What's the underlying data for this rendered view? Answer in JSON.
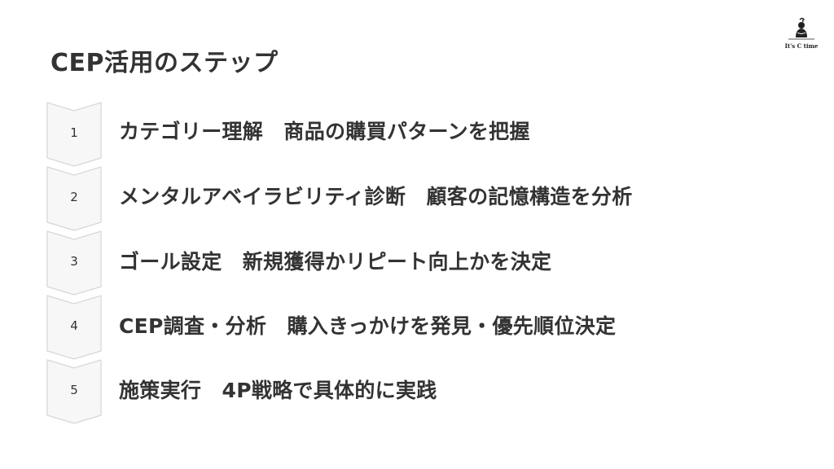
{
  "slide": {
    "title": "CEP活用のステップ",
    "logo_text": "It's C time"
  },
  "steps": [
    {
      "number": "1",
      "text": "カテゴリー理解　商品の購買パターンを把握"
    },
    {
      "number": "2",
      "text": "メンタルアベイラビリティ診断　顧客の記憶構造を分析"
    },
    {
      "number": "3",
      "text": "ゴール設定　新規獲得かリピート向上かを決定"
    },
    {
      "number": "4",
      "text": "CEP調査・分析　購入きっかけを発見・優先順位決定"
    },
    {
      "number": "5",
      "text": "施策実行　4P戦略で具体的に実践"
    }
  ],
  "colors": {
    "chevron_fill": "#f7f7f7",
    "chevron_stroke": "#d6d6d6",
    "text": "#333333"
  }
}
